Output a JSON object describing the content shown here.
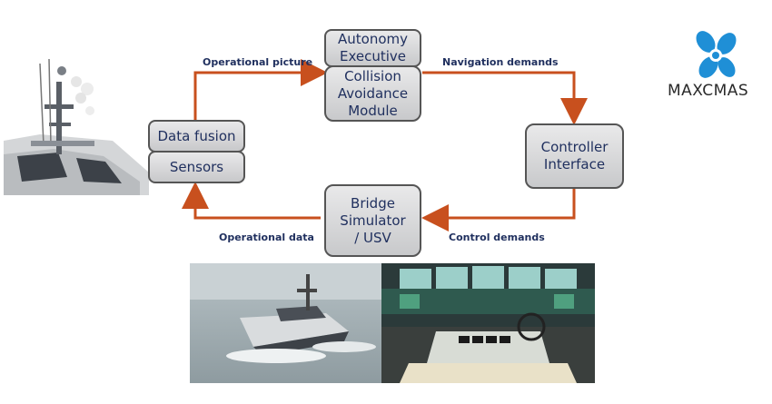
{
  "diagram": {
    "boxes": {
      "autonomy_executive": "Autonomy Executive",
      "collision_avoidance": "Collision Avoidance Module",
      "data_fusion": "Data fusion",
      "sensors": "Sensors",
      "controller_interface": "Controller Interface",
      "bridge_simulator": "Bridge Simulator / USV"
    },
    "edges": {
      "operational_picture": "Operational picture",
      "navigation_demands": "Navigation demands",
      "control_demands": "Control demands",
      "operational_data": "Operational data"
    },
    "arrow_color": "#c8501e"
  },
  "logo": {
    "text": "MAXCMAS",
    "icon": "propeller-icon",
    "color": "#1f8fd6"
  },
  "photos": {
    "usv_mast": "usv-mast-photo",
    "usv_boat": "usv-boat-photo",
    "bridge": "ship-bridge-photo"
  }
}
